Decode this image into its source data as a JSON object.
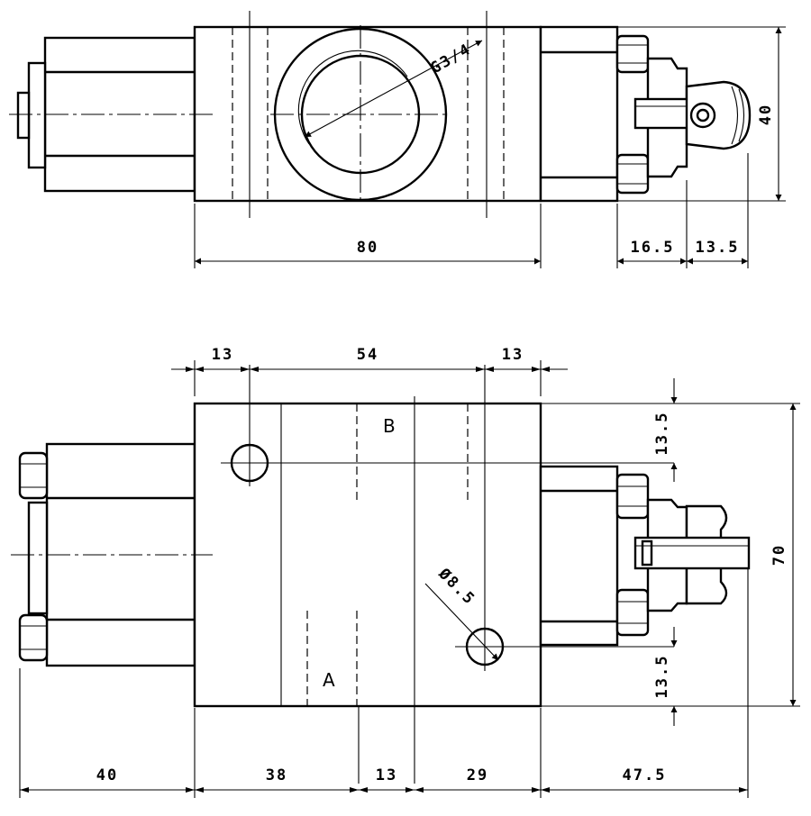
{
  "top_view": {
    "thread_label": "G3/4",
    "dim_width": "80",
    "dim_height": "40",
    "dim_actuator_a": "16.5",
    "dim_actuator_b": "13.5"
  },
  "front_view": {
    "port_a": "A",
    "port_b": "B",
    "hole_diameter": "Ø8.5",
    "dim_left_edge": "13",
    "dim_center": "54",
    "dim_right_edge": "13",
    "dim_height": "70",
    "dim_top_offset": "13.5",
    "dim_bottom_offset": "13.5",
    "dim_bottom_40": "40",
    "dim_bottom_38": "38",
    "dim_bottom_13": "13",
    "dim_bottom_29": "29",
    "dim_bottom_47_5": "47.5"
  },
  "colors": {
    "line": "#000000",
    "background": "#ffffff"
  }
}
